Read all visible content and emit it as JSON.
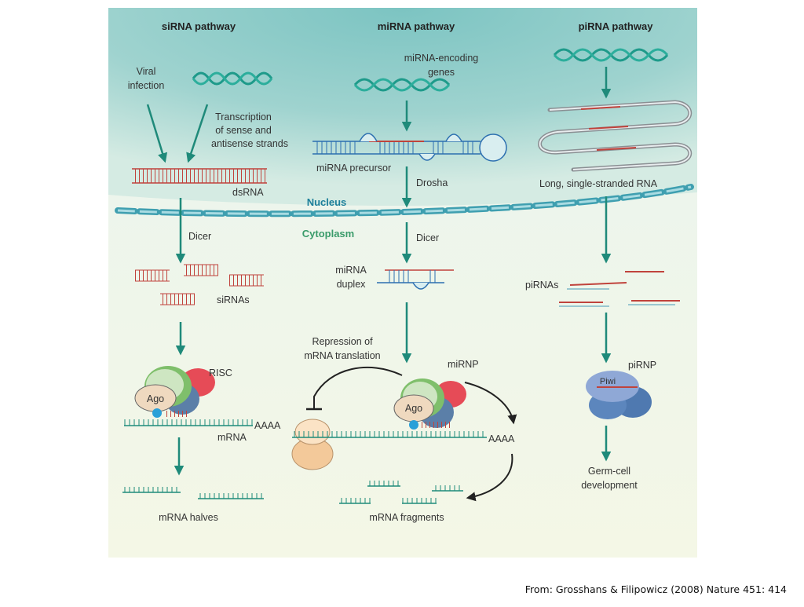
{
  "headers": {
    "sirna": "siRNA pathway",
    "mirna": "miRNA pathway",
    "pirna": "piRNA pathway"
  },
  "labels": {
    "viral_1": "Viral",
    "viral_2": "infection",
    "transcription_1": "Transcription",
    "transcription_2": "of sense and",
    "transcription_3": "antisense strands",
    "dsrna": "dsRNA",
    "mirna_genes_1": "miRNA-encoding",
    "mirna_genes_2": "genes",
    "mirna_precursor": "miRNA precursor",
    "drosha": "Drosha",
    "long_ssrna": "Long, single-stranded RNA",
    "nucleus": "Nucleus",
    "cytoplasm": "Cytoplasm",
    "dicer_left": "Dicer",
    "dicer_mid": "Dicer",
    "sirnas": "siRNAs",
    "mirna_duplex_1": "miRNA",
    "mirna_duplex_2": "duplex",
    "pirnas": "piRNAs",
    "risc": "RISC",
    "ago_left": "Ago",
    "aaaa_left": "AAAA",
    "mrna": "mRNA",
    "repression_1": "Repression of",
    "repression_2": "mRNA translation",
    "mirnp": "miRNP",
    "ago_mid": "Ago",
    "aaaa_mid": "AAAA",
    "pirnp": "piRNP",
    "piwi": "Piwi",
    "germ_1": "Germ-cell",
    "germ_2": "development",
    "mrna_halves": "mRNA halves",
    "mrna_fragments": "mRNA fragments"
  },
  "citation": "From: Grosshans & Filipowicz (2008) Nature 451: 414"
}
